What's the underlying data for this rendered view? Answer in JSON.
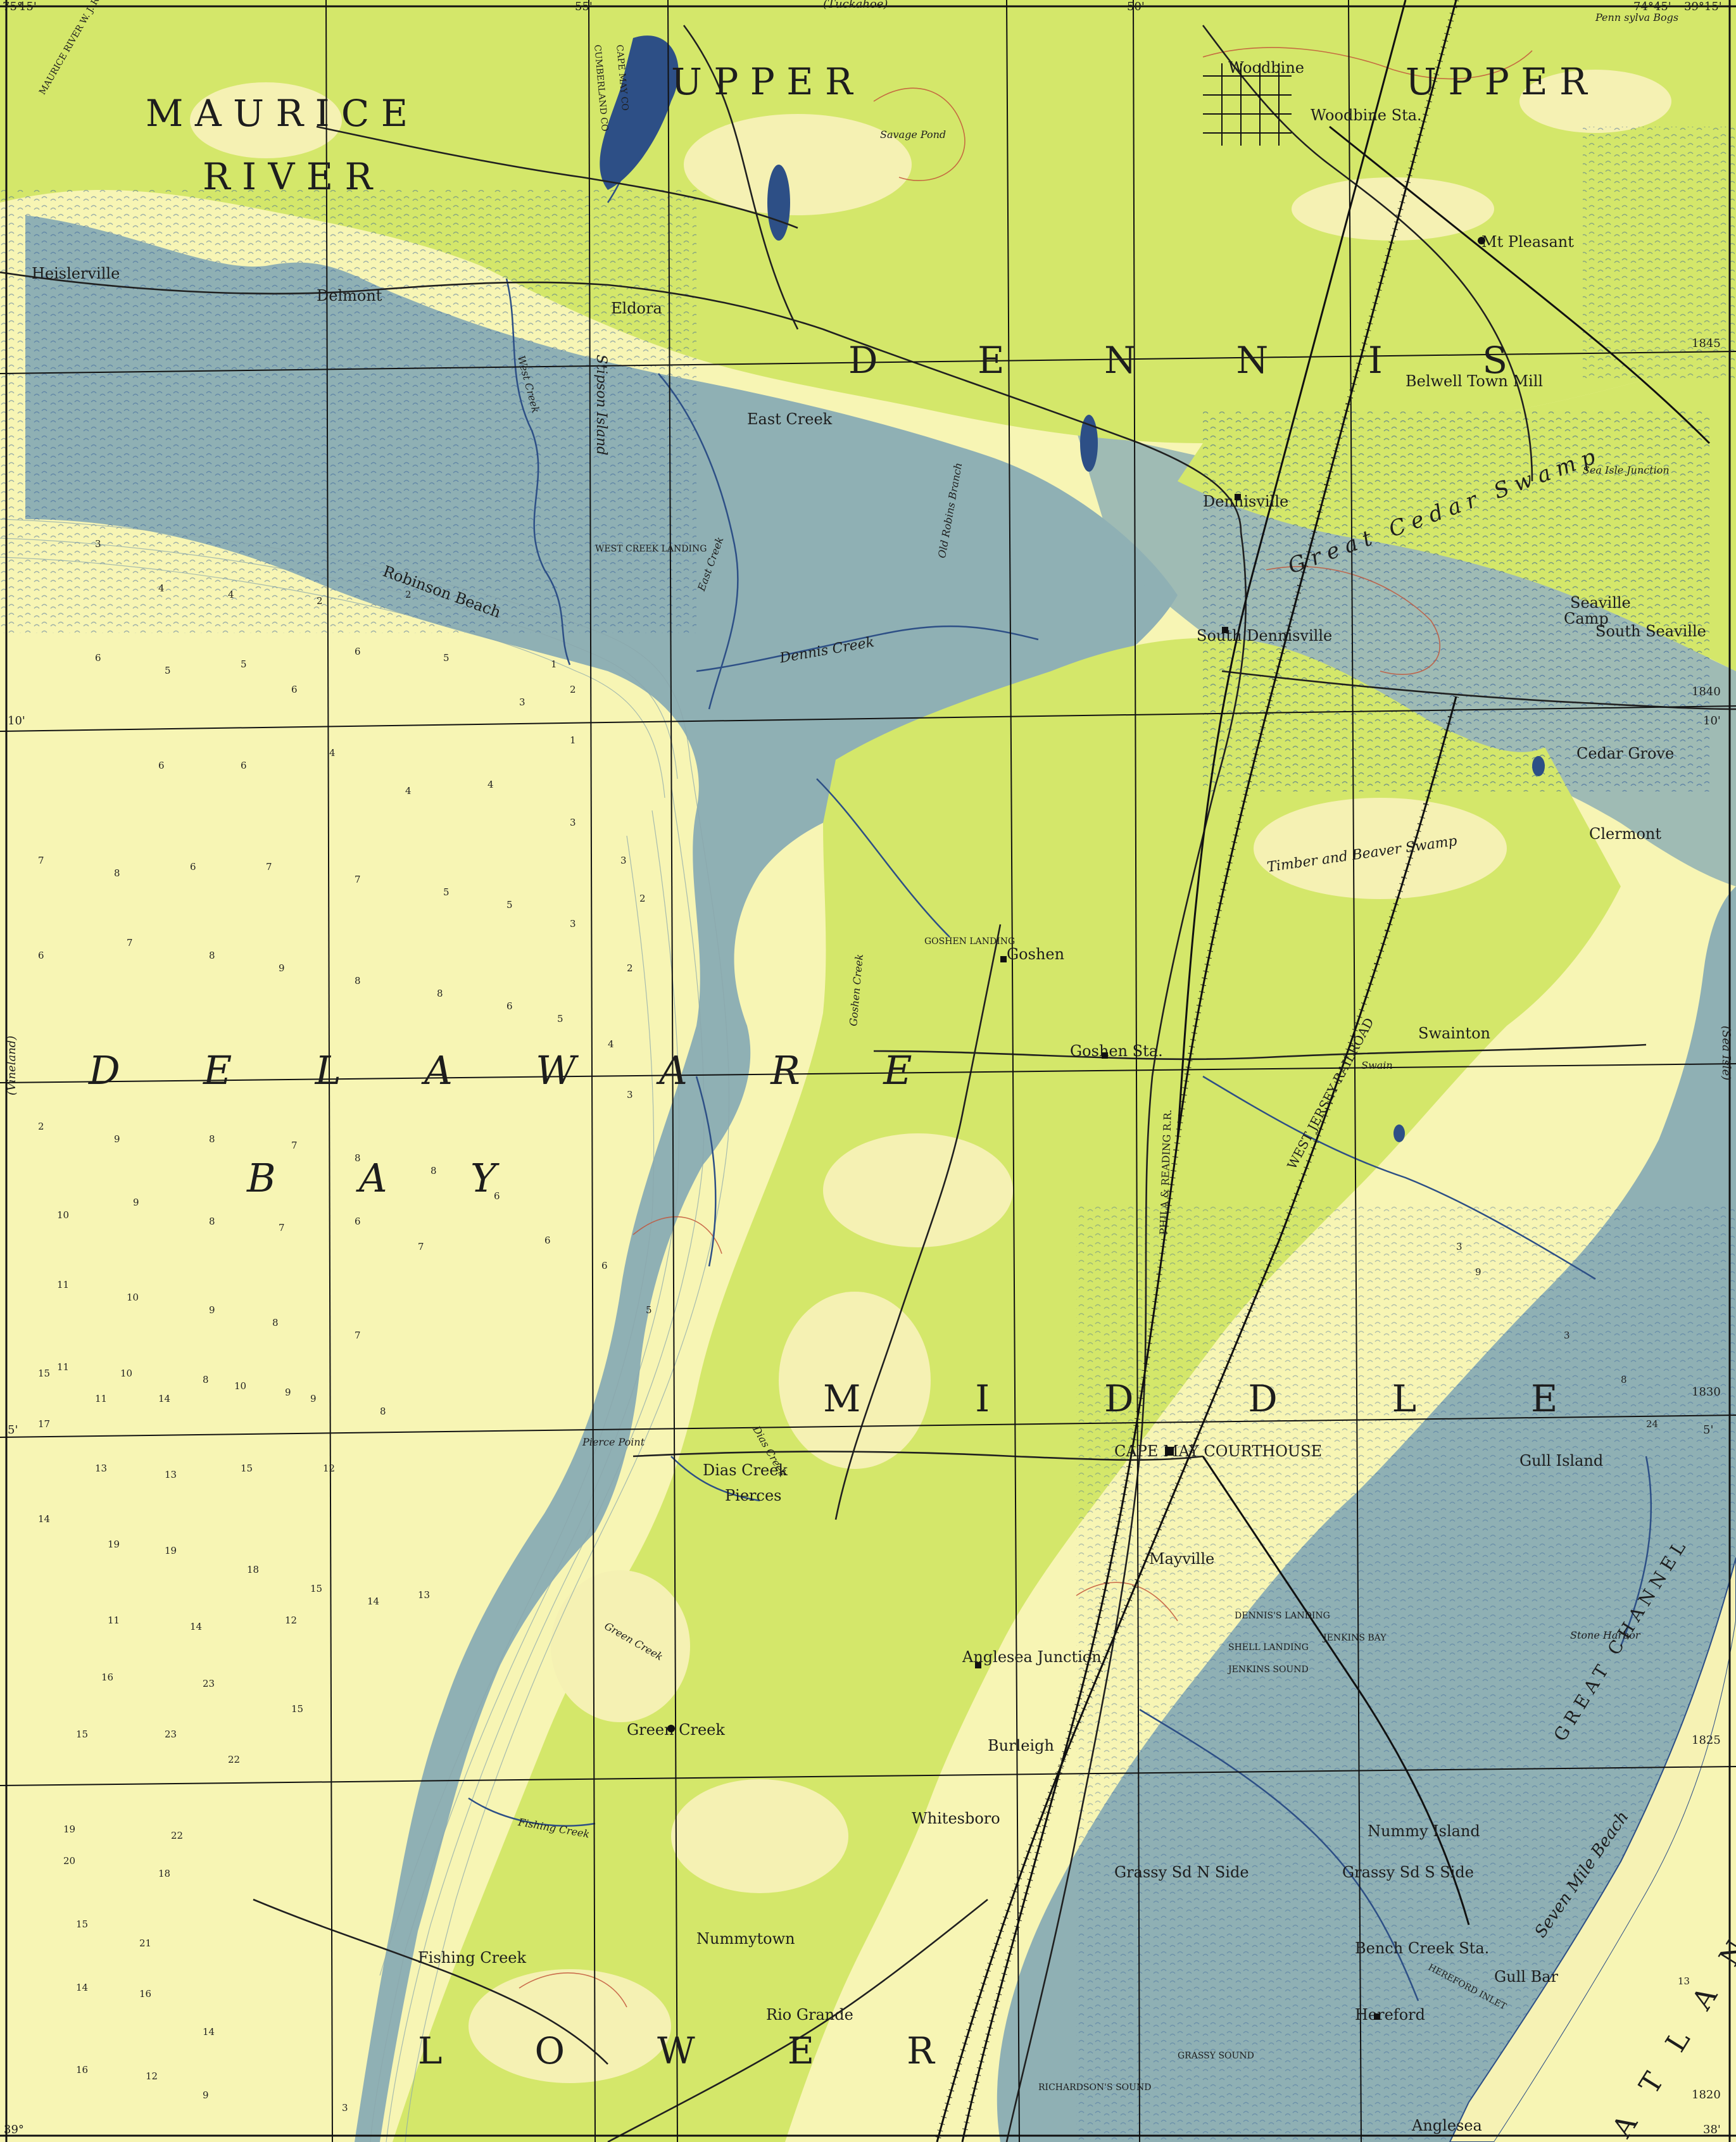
{
  "map": {
    "colors": {
      "water": "#f7f5b4",
      "upland": "#d6e86a",
      "marsh": "#8fb3b6",
      "lowland_light": "#f4f0b0",
      "roads": "#222222",
      "contours": "#c0553a",
      "grid": "#111111"
    },
    "margin_labels": {
      "top": "(Tuckahoe)",
      "left": "(Vineland)",
      "right": "(Sea Isle)",
      "top_right": "Penn sylva Bogs"
    },
    "corner_coords": {
      "tl_lon": "75°",
      "tl_lat": "15'",
      "top_55": "55'",
      "top_50": "50'",
      "tr": "74°45'",
      "tr_lat": "39°15'",
      "bl": "39°",
      "br": "38'",
      "left_10": "10'",
      "left_5": "5'",
      "right_10": "10'",
      "right_5": "5'"
    },
    "grid_labels": [
      "1845",
      "1840",
      "1830",
      "1825",
      "1820"
    ],
    "region_labels": {
      "maurice": "M A U R I C E",
      "river": "R I V E R",
      "upper_left": "U P P E R",
      "upper_right": "U P P E R",
      "dennis": "D E N N I S",
      "middle": "M I D D L E",
      "lower": "L O W E R",
      "delaware": "D E L A W A R E",
      "bay": "B A Y",
      "atlantic": "A T L A N T I C   O C E A N"
    },
    "towns": [
      "Woodbine",
      "Woodbine Sta.",
      "Mt Pleasant",
      "Heislerville",
      "Delmont",
      "Eldora",
      "East Creek",
      "Belwell Town Mill",
      "Sea Isle Junction",
      "Dennisville",
      "South Dennisville",
      "Seaville",
      "Camp",
      "South Seaville",
      "Cedar Grove",
      "Clermont",
      "Goshen",
      "Goshen Sta.",
      "Swainton",
      "Swain",
      "Dias Creek",
      "Pierces",
      "Pierce Point",
      "CAPE MAY COURTHOUSE",
      "Mayville",
      "Gull Island",
      "Stone Harbor",
      "Anglesea Junction",
      "Burleigh",
      "Green Creek",
      "Whitesboro",
      "Nummy Island",
      "Grassy Sd N Side",
      "Grassy Sd S Side",
      "Bench Creek Sta.",
      "Gull Bar",
      "Hereford",
      "Nummytown",
      "Fishing Creek",
      "Rio Grande",
      "Anglesea",
      "Robinson Beach"
    ],
    "water_labels": [
      "West Creek",
      "Stipson Island",
      "East Creek",
      "Dennis Creek",
      "Old Robins Branch",
      "Timber and Beaver Swamp",
      "Great Cedar Swamp",
      "Goshen Creek",
      "Dias Creek",
      "Green Creek",
      "Fishing Creek",
      "JENKINS SOUND",
      "GRASSY SOUND",
      "RICHARDSON'S SOUND",
      "GREAT CHANNEL",
      "Seven Mile Beach",
      "HEREFORD INLET",
      "WEST JERSEY RAILROAD",
      "PHILA & READING R.R.",
      "WEST CREEK LANDING",
      "GOSHEN LANDING",
      "SHELL LANDING",
      "DENNIS'S LANDING",
      "JENKINS BAY",
      "Savage Pond",
      "CUMBERLAND CO",
      "CAPE MAY CO",
      "MAURICE RIVER W. J. R. R."
    ],
    "depths": [
      "3",
      "4",
      "4",
      "2",
      "2",
      "6",
      "5",
      "5",
      "6",
      "6",
      "5",
      "3",
      "2",
      "1",
      "1",
      "6",
      "6",
      "4",
      "4",
      "4",
      "3",
      "3",
      "2",
      "7",
      "8",
      "6",
      "7",
      "7",
      "5",
      "5",
      "3",
      "2",
      "6",
      "7",
      "8",
      "9",
      "8",
      "8",
      "6",
      "5",
      "4",
      "3",
      "2",
      "9",
      "8",
      "7",
      "8",
      "8",
      "6",
      "6",
      "6",
      "5",
      "10",
      "9",
      "8",
      "7",
      "6",
      "7",
      "11",
      "10",
      "9",
      "8",
      "7",
      "11",
      "10",
      "8",
      "9",
      "8",
      "15",
      "11",
      "14",
      "10",
      "9",
      "17",
      "13",
      "13",
      "15",
      "12",
      "14",
      "19",
      "19",
      "18",
      "15",
      "14",
      "13",
      "11",
      "14",
      "12",
      "16",
      "23",
      "15",
      "15",
      "23",
      "22",
      "19",
      "22",
      "20",
      "18",
      "15",
      "21",
      "14",
      "16",
      "14",
      "16",
      "12",
      "9",
      "3",
      "3",
      "9",
      "3",
      "8",
      "24",
      "13"
    ]
  }
}
